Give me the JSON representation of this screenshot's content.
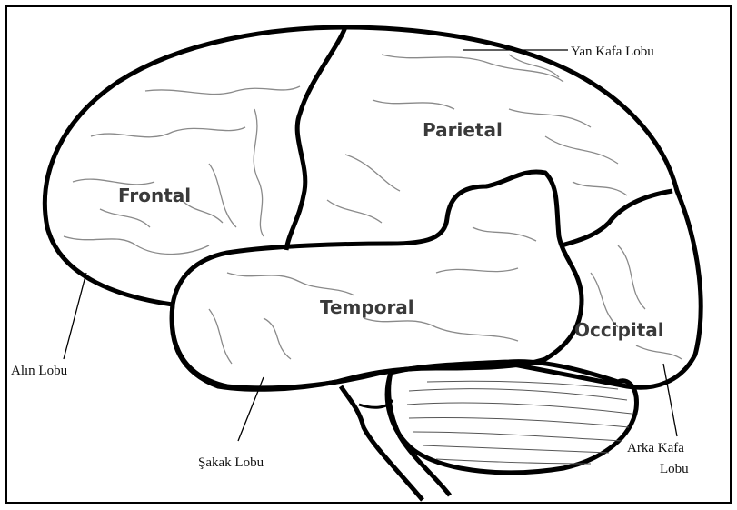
{
  "lobes": {
    "frontal": "Frontal",
    "parietal": "Parietal",
    "temporal": "Temporal",
    "occipital": "Occipital"
  },
  "callouts": {
    "yan_kafa": "Yan Kafa Lobu",
    "alin": "Alın Lobu",
    "sakak": "Şakak Lobu",
    "arka_kafa_line1": "Arka Kafa",
    "arka_kafa_line2": "Lobu"
  },
  "colors": {
    "outline": "#000000",
    "sulci": "#888888",
    "label": "#3a3a3a"
  }
}
